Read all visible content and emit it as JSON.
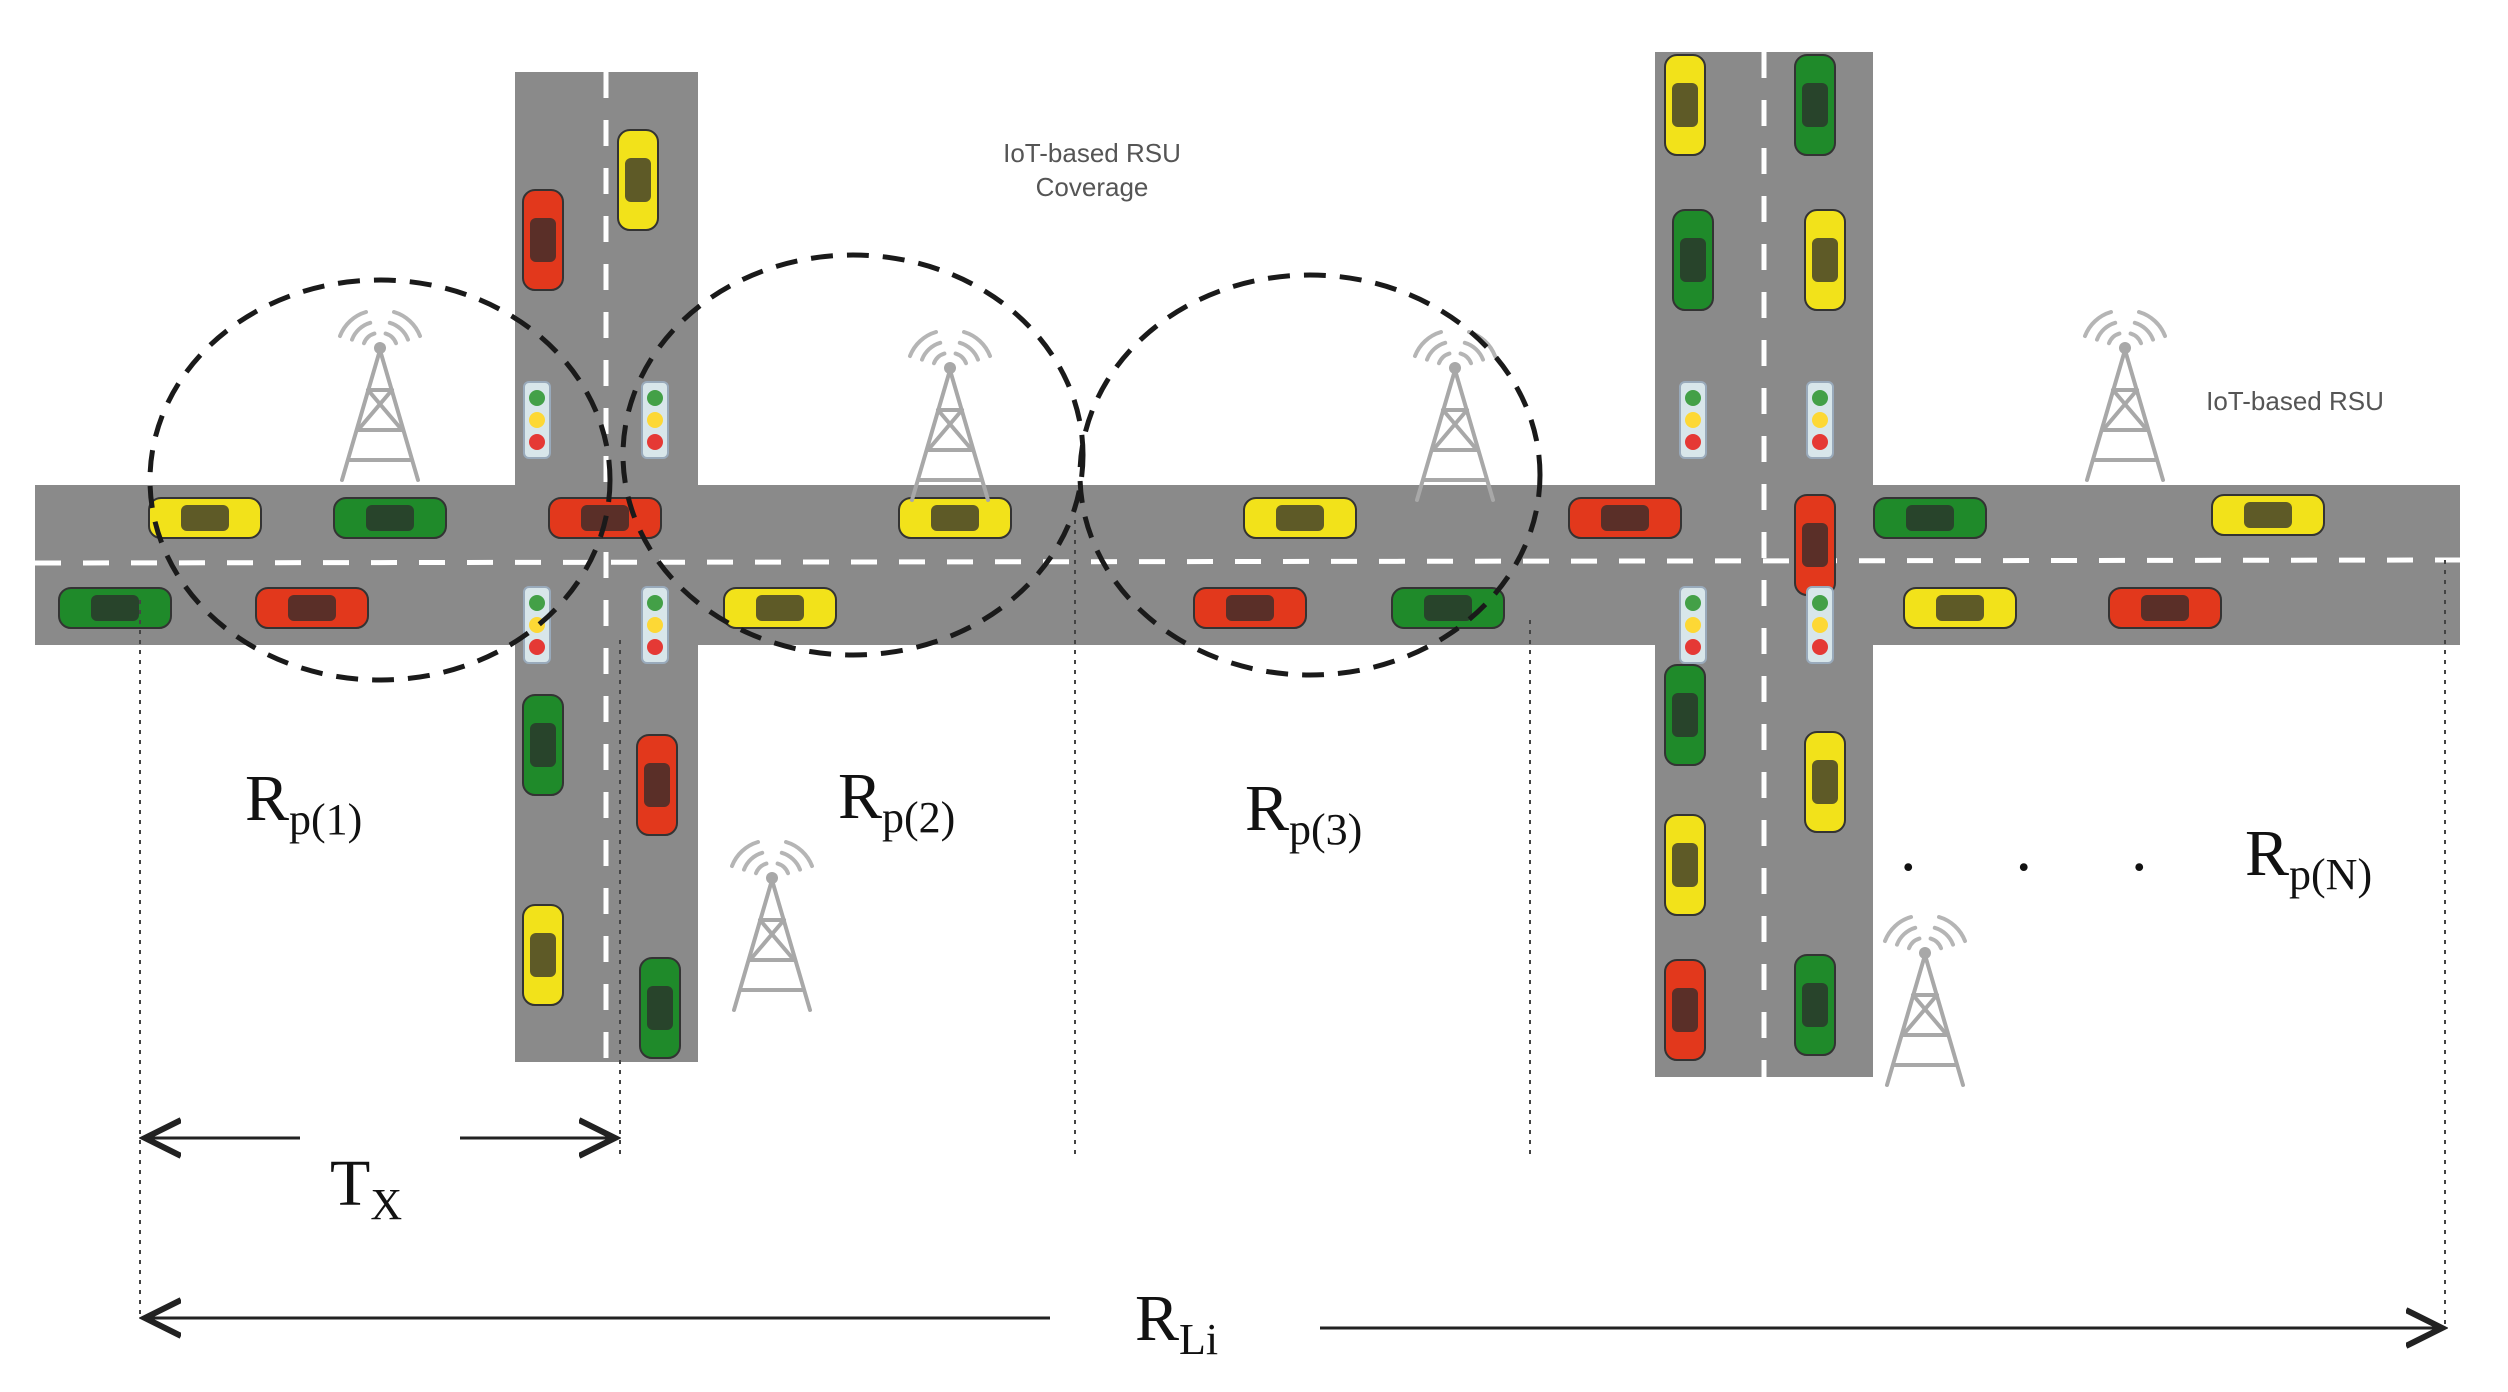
{
  "labels": {
    "coverage_line1": "IoT-based RSU",
    "coverage_line2": "Coverage",
    "rsu": "IoT-based RSU",
    "rp1_main": "R",
    "rp1_sub": "p(1)",
    "rp2_main": "R",
    "rp2_sub": "p(2)",
    "rp3_main": "R",
    "rp3_sub": "p(3)",
    "rpn_main": "R",
    "rpn_sub": "p(N)",
    "ellipsis": ".      .      .",
    "tx_main": "T",
    "tx_sub": "X",
    "rli_main": "R",
    "rli_sub": "Li"
  },
  "colors": {
    "road": "#8a8a8a",
    "car_red": "#e2381c",
    "car_yellow": "#f2e21a",
    "car_green": "#1f8a2a",
    "signal_red": "#e53935",
    "signal_yellow": "#fdd835",
    "signal_green": "#43a047"
  },
  "icons": [
    "rsu-tower-icon",
    "traffic-light-icon",
    "car-icon"
  ]
}
